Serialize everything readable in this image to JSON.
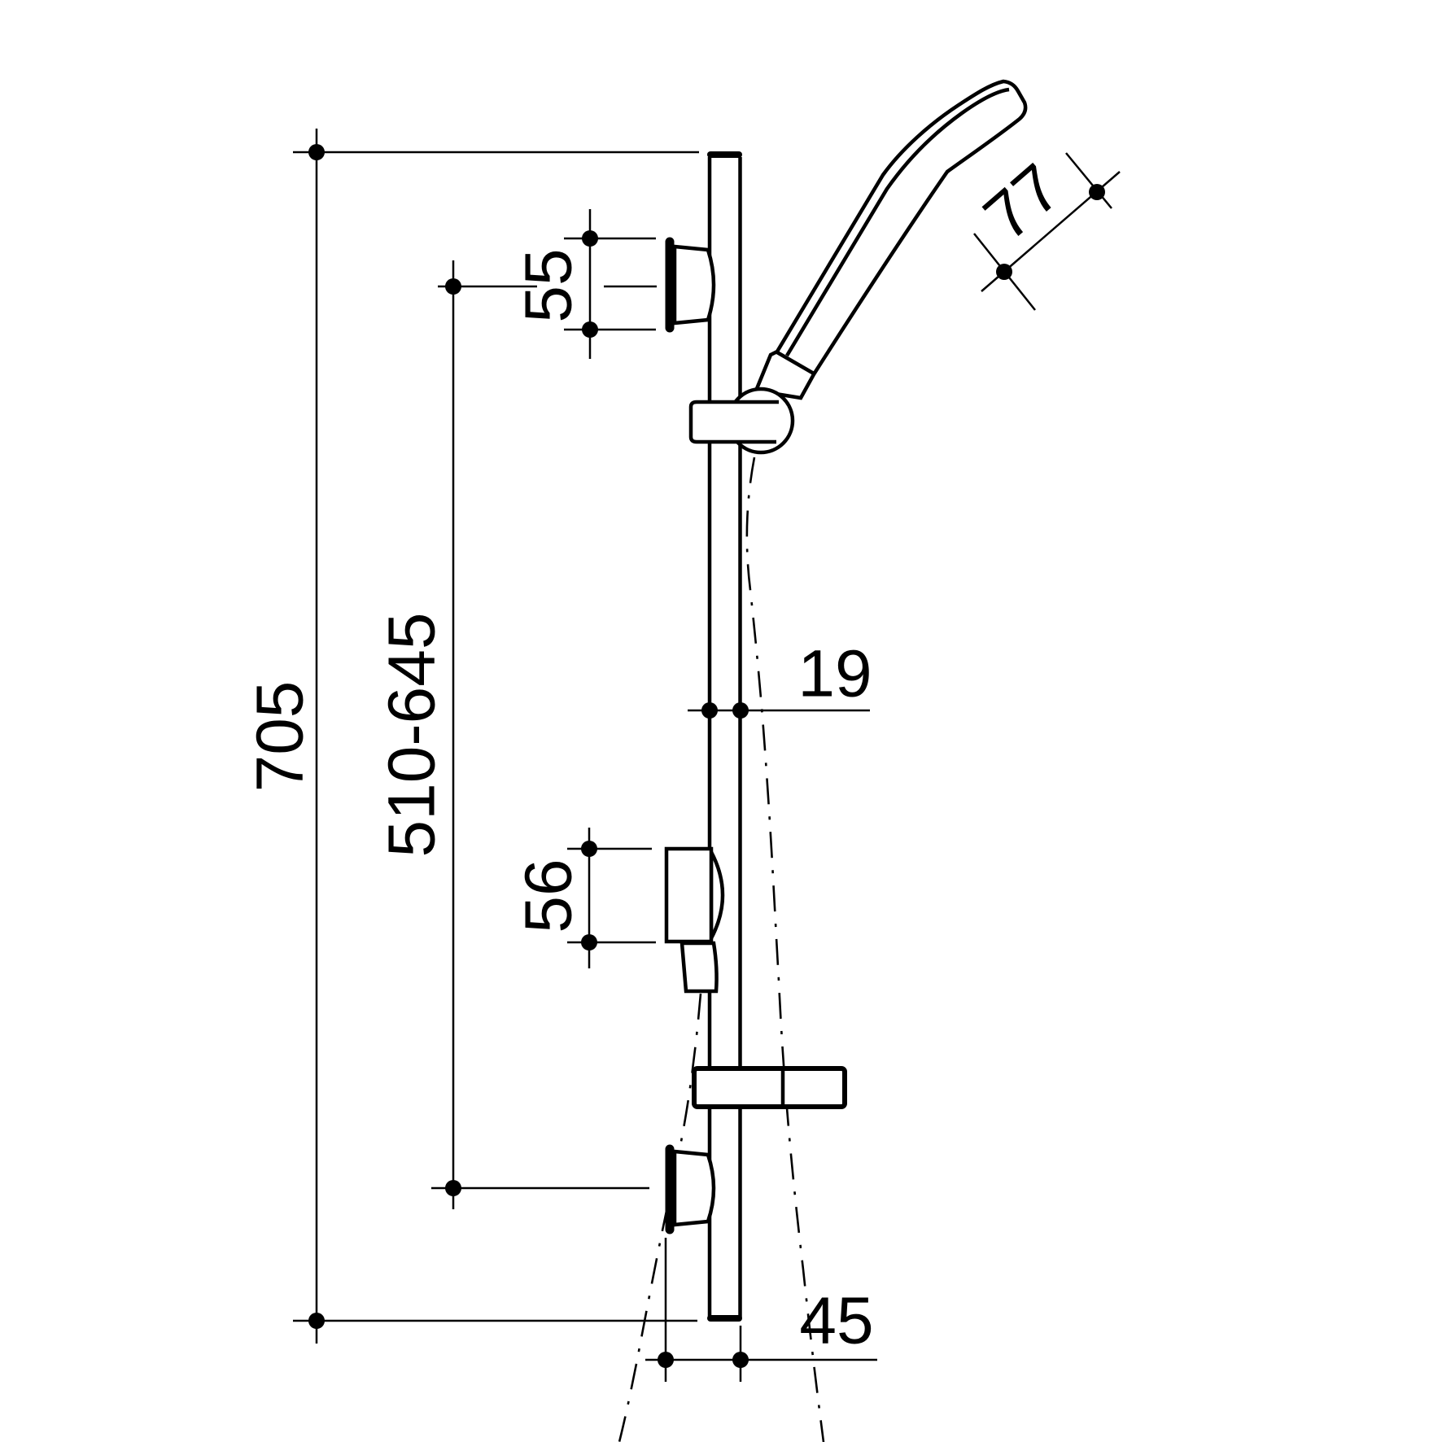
{
  "drawing": {
    "type": "technical-dimension-drawing",
    "subject": "Shower rail with hand shower, wall brackets, slider and soap dish — side elevation",
    "units": "mm",
    "colors": {
      "line": "#000000",
      "background": "#ffffff"
    },
    "labels": {
      "rail_length": "705",
      "mount_range": "510-645",
      "top_bracket": "55",
      "slider_bracket": "56",
      "rail_width": "19",
      "handset_width": "77",
      "wall_offset": "45"
    }
  }
}
